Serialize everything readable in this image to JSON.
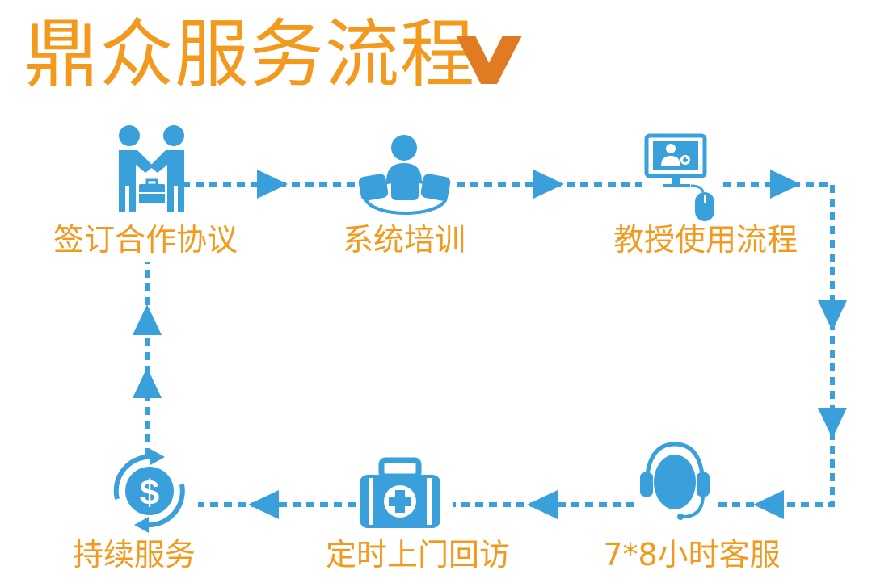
{
  "title": "鼎众服务流程",
  "colors": {
    "title": "#F39A1E",
    "flow": "#3AA0DC",
    "label": "#F39A1E",
    "check": "#E07B24"
  },
  "steps": [
    {
      "label": "签订合作协议",
      "icon": "handshake-icon"
    },
    {
      "label": "系统培训",
      "icon": "training-meeting-icon"
    },
    {
      "label": "教授使用流程",
      "icon": "computer-tutorial-icon"
    },
    {
      "label": "7*8小时客服",
      "icon": "headset-support-icon"
    },
    {
      "label": "定时上门回访",
      "icon": "medical-kit-icon"
    },
    {
      "label": "持续服务",
      "icon": "dollar-cycle-icon"
    }
  ]
}
